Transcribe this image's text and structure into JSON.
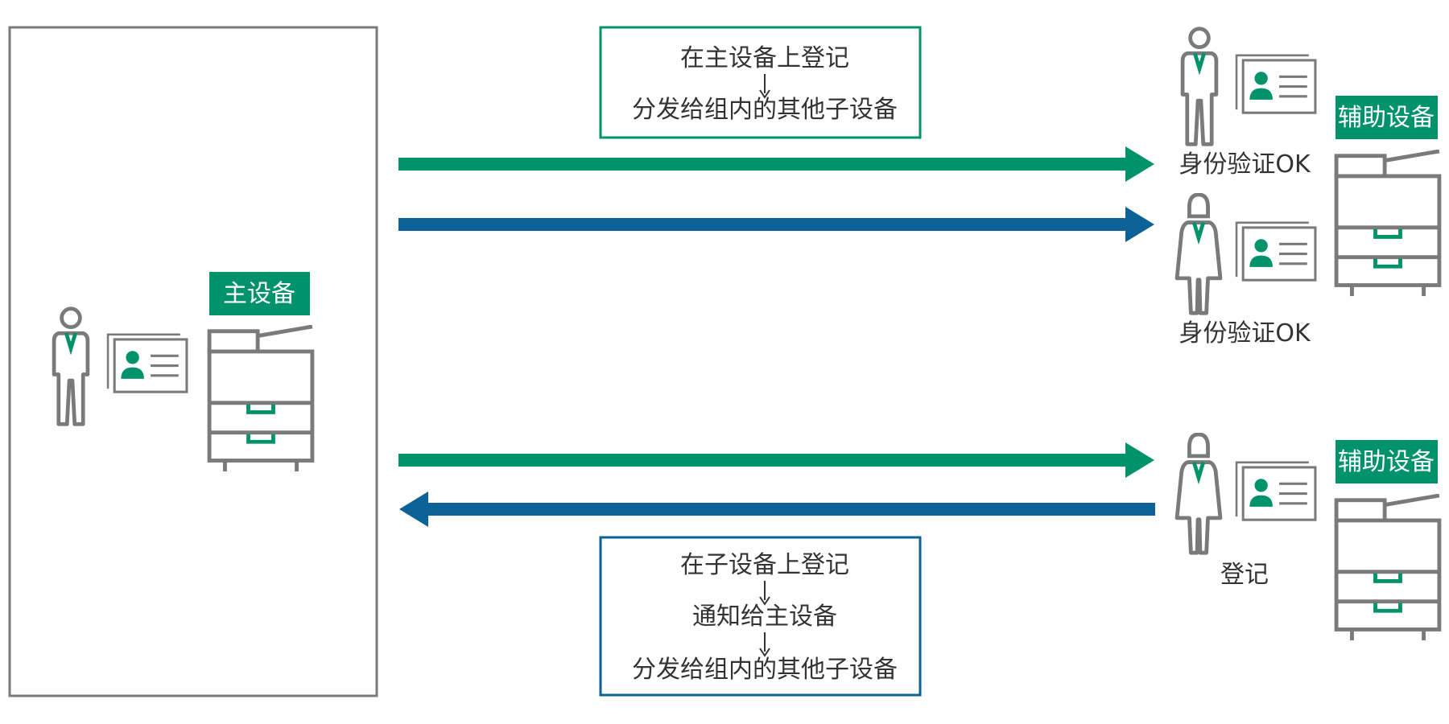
{
  "main_device": {
    "label": "主设备"
  },
  "top_note": {
    "line1": "在主设备上登记",
    "line2": "分发给组内的其他子设备"
  },
  "bottom_note": {
    "line1": "在子设备上登记",
    "line2": "通知给主设备",
    "line3": "分发给组内的其他子设备"
  },
  "sub_device_top": {
    "label": "辅助设备",
    "auth_status_1": "身份验证OK",
    "auth_status_2": "身份验证OK"
  },
  "sub_device_bottom": {
    "label": "辅助设备",
    "register_label": "登记"
  },
  "colors": {
    "green": "#00936b",
    "blue": "#0c6196",
    "gray": "#7a7a7a",
    "text": "#333333"
  },
  "icons": [
    "person-icon",
    "id-card-icon",
    "printer-icon",
    "arrow-icon"
  ]
}
